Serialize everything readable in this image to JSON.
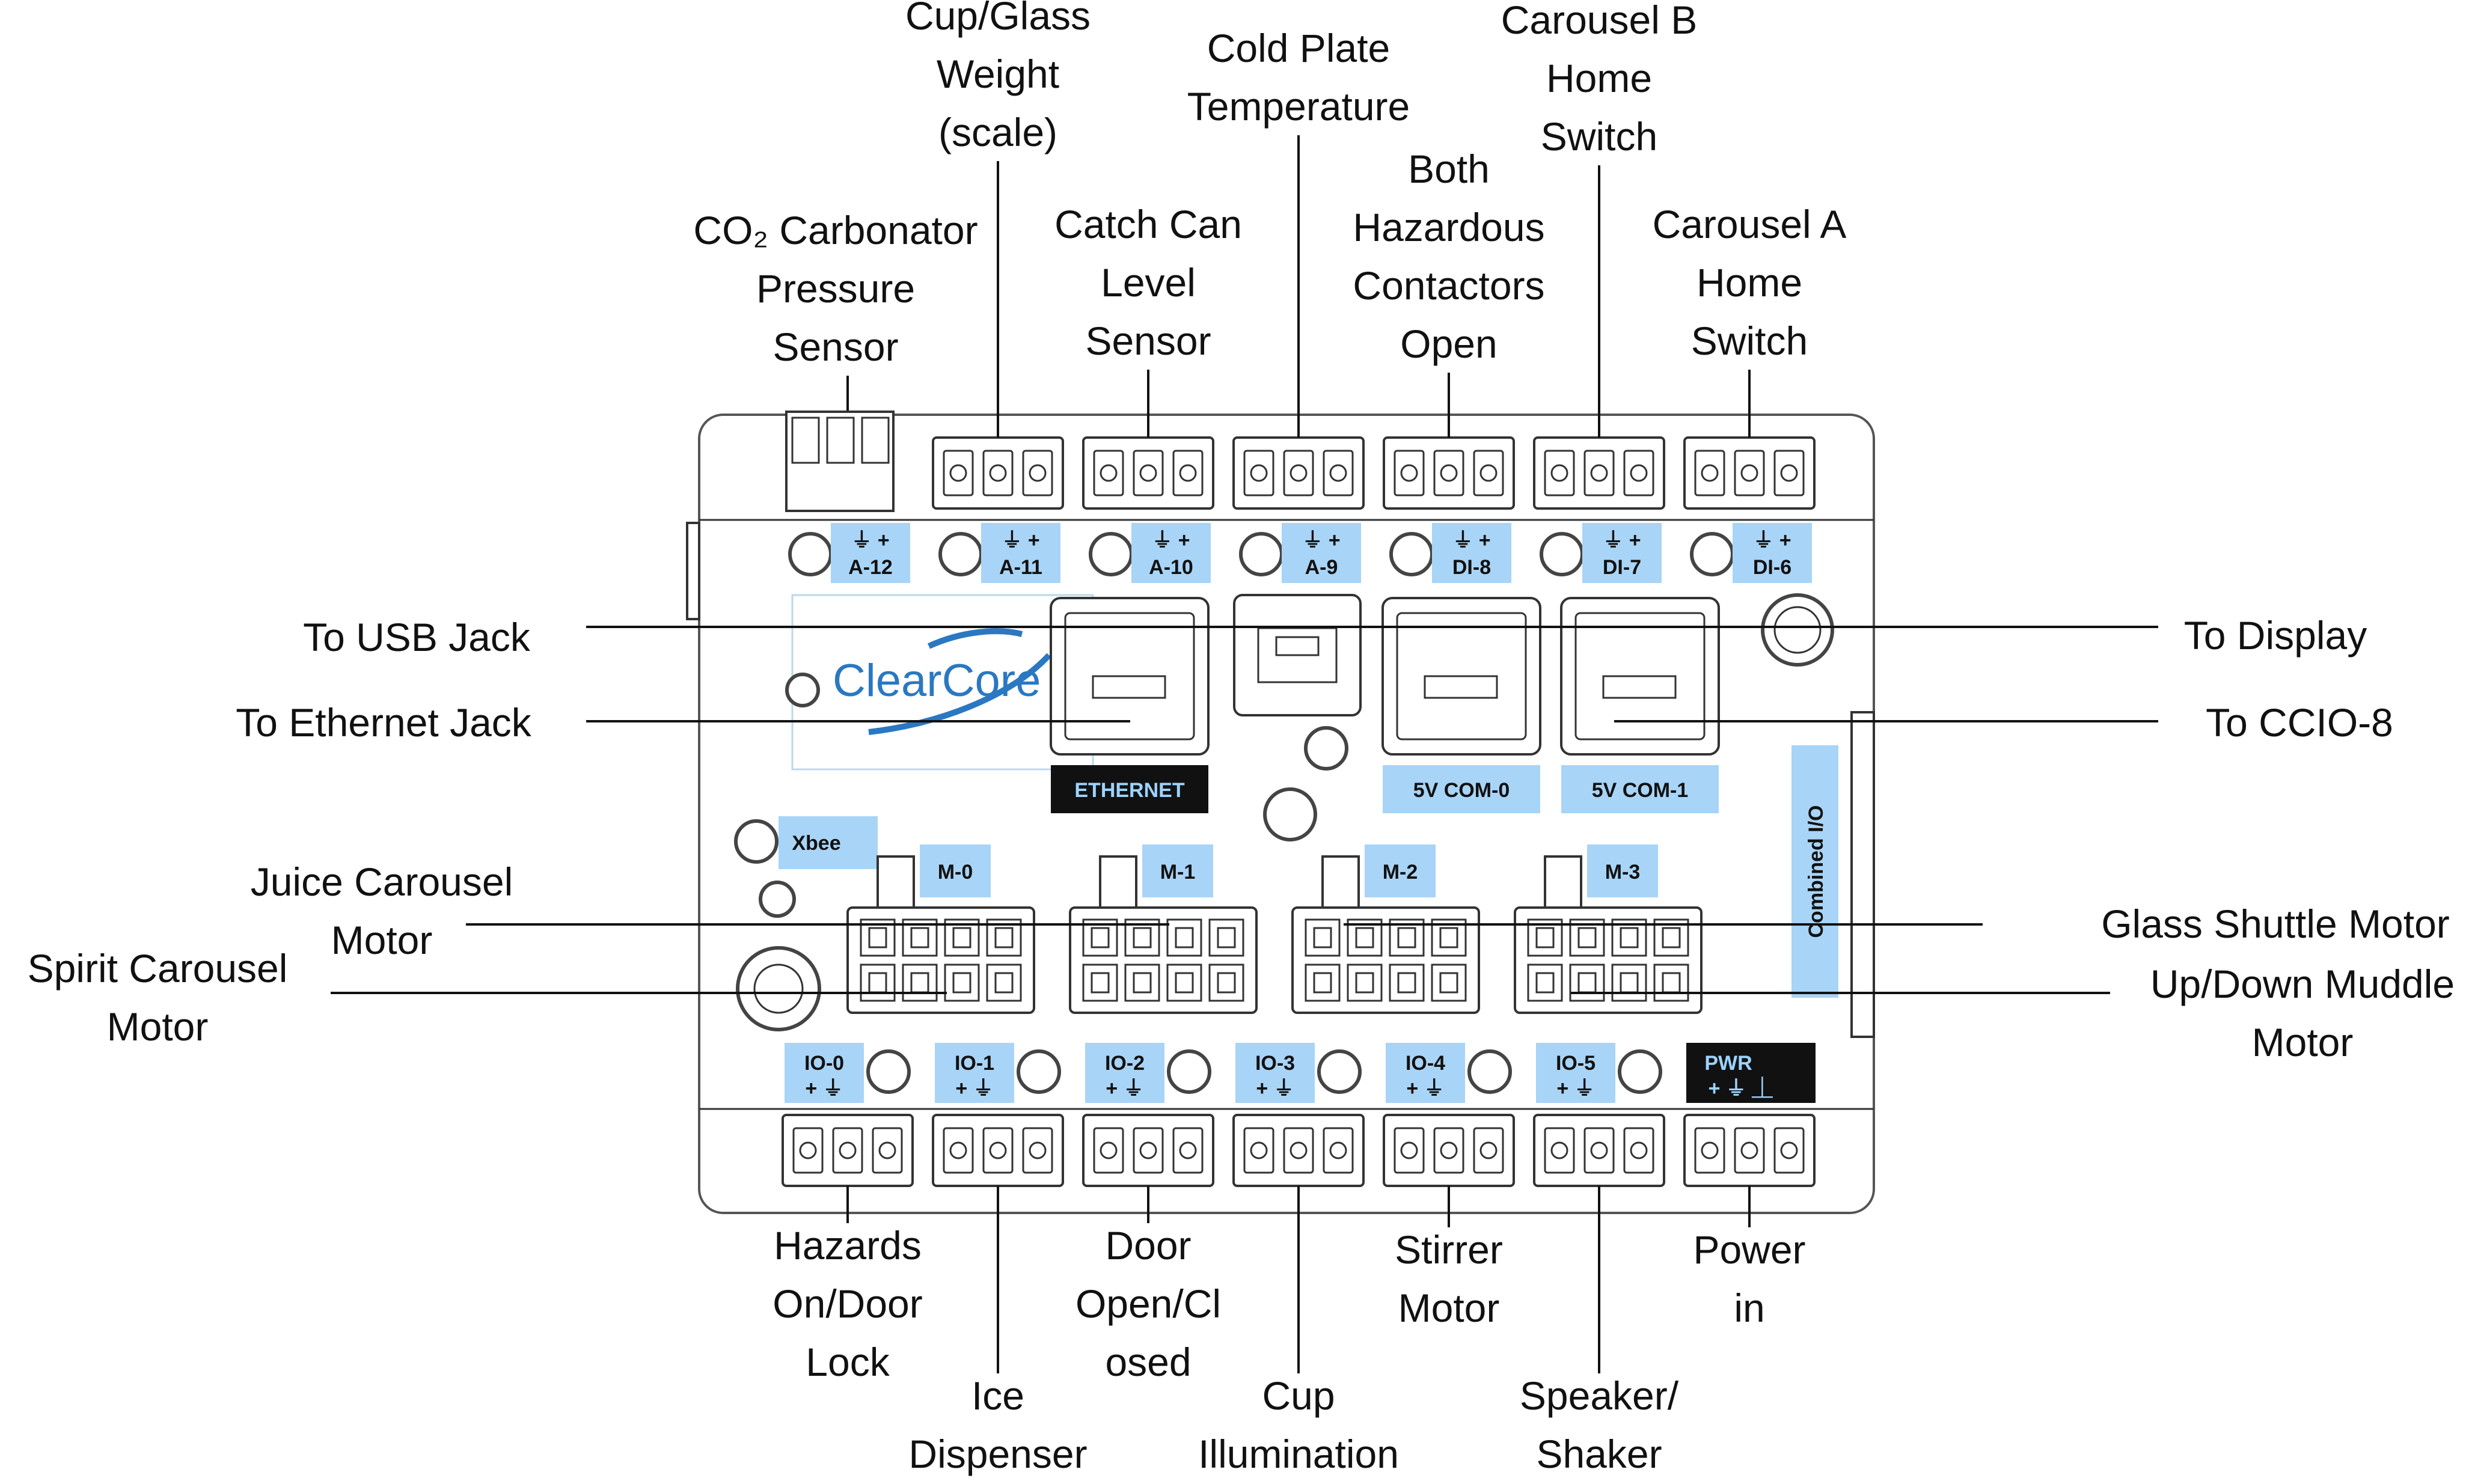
{
  "logo": "ClearCore",
  "top_ports": [
    {
      "id": "A-12",
      "symbols": "⏚ +",
      "callout": [
        "CO₂ Carbonator",
        "Pressure",
        "Sensor"
      ]
    },
    {
      "id": "A-11",
      "symbols": "⏚ +",
      "callout": [
        "Cup/Glass",
        "Weight",
        "(scale)"
      ]
    },
    {
      "id": "A-10",
      "symbols": "⏚ +",
      "callout": [
        "Catch Can",
        "Level",
        "Sensor"
      ]
    },
    {
      "id": "A-9",
      "symbols": "⏚ +",
      "callout": [
        "Cold Plate",
        "Temperature"
      ]
    },
    {
      "id": "DI-8",
      "symbols": "⏚ +",
      "callout": [
        "Both",
        "Hazardous",
        "Contactors",
        "Open"
      ]
    },
    {
      "id": "DI-7",
      "symbols": "⏚ +",
      "callout": [
        "Carousel B",
        "Home",
        "Switch"
      ]
    },
    {
      "id": "DI-6",
      "symbols": "⏚ +",
      "callout": [
        "Carousel A",
        "Home",
        "Switch"
      ]
    }
  ],
  "bottom_ports": [
    {
      "id": "IO-0",
      "symbols": "+ ⏚",
      "callout": [
        "Hazards",
        "On/Door",
        "Lock"
      ]
    },
    {
      "id": "IO-1",
      "symbols": "+ ⏚",
      "callout": [
        "Ice",
        "Dispenser"
      ]
    },
    {
      "id": "IO-2",
      "symbols": "+ ⏚",
      "callout": [
        "Door",
        "Open/Cl",
        "osed"
      ]
    },
    {
      "id": "IO-3",
      "symbols": "+ ⏚",
      "callout": [
        "Cup",
        "Illumination"
      ]
    },
    {
      "id": "IO-4",
      "symbols": "+ ⏚",
      "callout": [
        "Stirrer",
        "Motor"
      ]
    },
    {
      "id": "IO-5",
      "symbols": "+ ⏚",
      "callout": [
        "Speaker/",
        "Shaker"
      ]
    },
    {
      "id": "PWR",
      "symbols": "+ ⏚ ⏊",
      "callout": [
        "Power",
        "in"
      ]
    }
  ],
  "motor_ports": [
    "M-0",
    "M-1",
    "M-2",
    "M-3"
  ],
  "com_labels": {
    "ethernet": "ETHERNET",
    "com0": "5V COM-0",
    "com1": "5V COM-1",
    "xbee": "Xbee",
    "combined_io": "Combined I/O"
  },
  "left_callouts": {
    "usb": "To USB Jack",
    "ethernet": "To Ethernet Jack",
    "juice": [
      "Juice Carousel",
      "Motor"
    ],
    "spirit": [
      "Spirit Carousel",
      "Motor"
    ]
  },
  "right_callouts": {
    "display": "To Display",
    "ccio": "To CCIO-8",
    "glass": "Glass Shuttle Motor",
    "muddle": [
      "Up/Down Muddle",
      "Motor"
    ]
  },
  "colors": {
    "label_blue": "#a8d4f7",
    "dark_label": "#111111",
    "logo_blue": "#2a78c2"
  }
}
